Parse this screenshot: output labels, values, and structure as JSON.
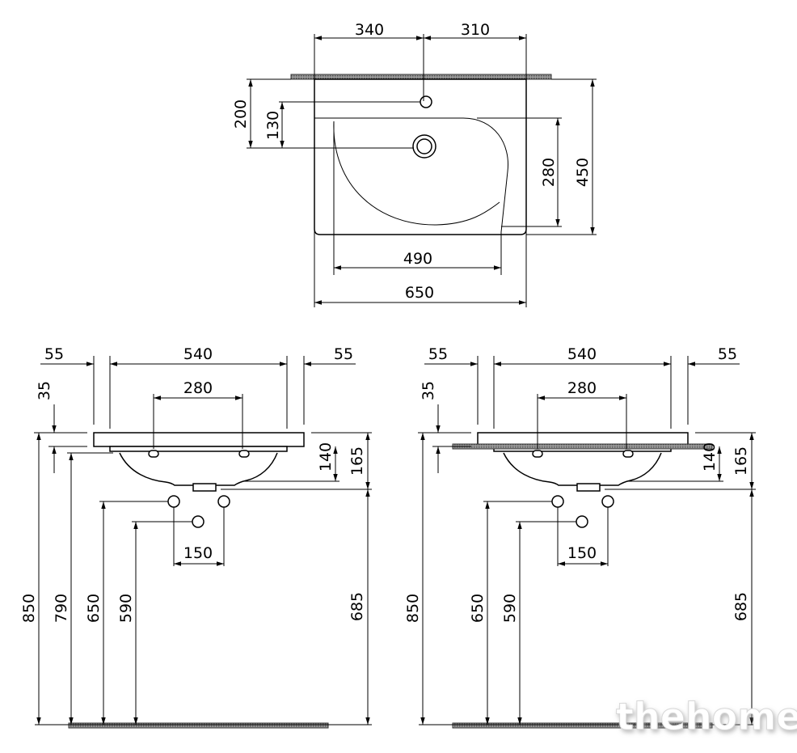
{
  "top_view": {
    "dims": {
      "left_to_tap": "340",
      "tap_to_right": "310",
      "wall_to_drain": "200",
      "tap_to_drain": "130",
      "bowl_depth": "280",
      "total_depth": "450",
      "bowl_width": "490",
      "total_width": "650"
    }
  },
  "front_view_left": {
    "dims": {
      "side_left": "55",
      "inner_width": "540",
      "side_right": "55",
      "overflow_spacing": "280",
      "top_thickness": "35",
      "height_850": "850",
      "height_790": "790",
      "height_650": "650",
      "height_590": "590",
      "bowl_140": "140",
      "bowl_165": "165",
      "drain_685": "685",
      "pipe_spacing": "150"
    }
  },
  "front_view_right": {
    "dims": {
      "side_left": "55",
      "inner_width": "540",
      "side_right": "55",
      "overflow_spacing": "280",
      "top_thickness": "35",
      "height_850": "850",
      "height_650": "650",
      "height_590": "590",
      "bowl_140": "140",
      "bowl_165": "165",
      "drain_685": "685",
      "pipe_spacing": "150"
    }
  },
  "watermark": "thehome",
  "colors": {
    "line": "#000000",
    "hatch": "#808080"
  }
}
